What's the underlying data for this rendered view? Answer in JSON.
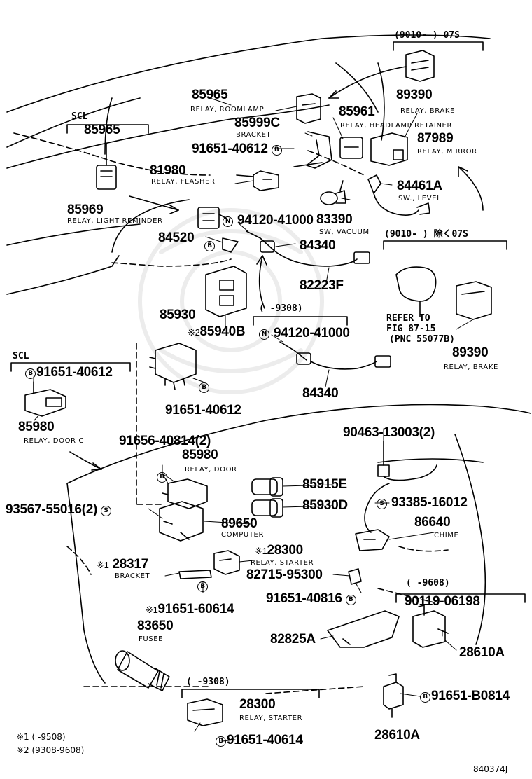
{
  "headers": {
    "top_right": "(9010-      ) 07S",
    "mid_right": "(9010-      ) 除く07S",
    "scl_upper": "SCL",
    "scl_lower": "SCL",
    "mid_9308": "(    -9308)",
    "lower_9608": "(    -9608)",
    "lower_9308": "(    -9308)"
  },
  "markers": {
    "bolt": "B",
    "nut": "N",
    "screw": "S",
    "note1_prefix": "※1",
    "note2_prefix": "※2"
  },
  "parts": {
    "p89390_top": {
      "number": "89390",
      "label": "RELAY, BRAKE"
    },
    "p85965_top": {
      "number": "85965",
      "label": "RELAY, ROOMLAMP"
    },
    "p85965_scl": {
      "number": "85965"
    },
    "p85961": {
      "number": "85961",
      "label": "RELAY, HEADLAMP RETAINER"
    },
    "p85999c": {
      "number": "85999C",
      "label": "BRACKET"
    },
    "p87989": {
      "number": "87989",
      "label": "RELAY, MIRROR"
    },
    "p91651_upper": {
      "number": "91651-40612"
    },
    "p81980": {
      "number": "81980",
      "label": "RELAY, FLASHER"
    },
    "p84461a": {
      "number": "84461A",
      "label": "SW., LEVEL"
    },
    "p85969": {
      "number": "85969",
      "label": "RELAY, LIGHT REMINDER"
    },
    "p94120_upper": {
      "number": "94120-41000"
    },
    "p83390": {
      "number": "83390",
      "label": "SW, VACUUM"
    },
    "p84520": {
      "number": "84520"
    },
    "p84340_upper": {
      "number": "84340"
    },
    "p82223f": {
      "number": "82223F"
    },
    "p85930": {
      "number": "85930"
    },
    "p85940b": {
      "number": "85940B"
    },
    "p94120_lower": {
      "number": "94120-41000"
    },
    "p89390_mid": {
      "number": "89390",
      "label": "RELAY, BRAKE"
    },
    "p91651_scl": {
      "number": "91651-40612"
    },
    "p91651_mid": {
      "number": "91651-40612"
    },
    "p84340_lower": {
      "number": "84340"
    },
    "p85980_c": {
      "number": "85980",
      "label": "RELAY, DOOR C"
    },
    "p90463": {
      "number": "90463-13003(2)"
    },
    "p91656": {
      "number": "91656-40814(2)"
    },
    "p85980_door": {
      "number": "85980",
      "label": "RELAY, DOOR"
    },
    "p85915e": {
      "number": "85915E"
    },
    "p85930d": {
      "number": "85930D"
    },
    "p93385": {
      "number": "93385-16012"
    },
    "p93567": {
      "number": "93567-55016(2)"
    },
    "p89650": {
      "number": "89650",
      "label": "COMPUTER"
    },
    "p86640": {
      "number": "86640",
      "label": "CHIME"
    },
    "p28300_upper": {
      "number": "28300",
      "label": "RELAY, STARTER"
    },
    "p28317": {
      "number": "28317",
      "label": "BRACKET"
    },
    "p82715": {
      "number": "82715-95300"
    },
    "p91651_40816": {
      "number": "91651-40816"
    },
    "p90119": {
      "number": "90119-06198"
    },
    "p91651_60614": {
      "number": "91651-60614"
    },
    "p83650": {
      "number": "83650",
      "label": "FUSEE"
    },
    "p82825a": {
      "number": "82825A"
    },
    "p28610a_upper": {
      "number": "28610A"
    },
    "p91651_b0814": {
      "number": "91651-B0814"
    },
    "p28300_lower": {
      "number": "28300",
      "label": "RELAY, STARTER"
    },
    "p28610a_lower": {
      "number": "28610A"
    },
    "p91651_40614": {
      "number": "91651-40614"
    }
  },
  "notes": {
    "refer_line1": "REFER TO",
    "refer_line2": "FIG 87-15",
    "refer_line3": "(PNC 55077B)",
    "footnote1": "※1 (      -9508)",
    "footnote2": "※2 (9308-9608)",
    "diagram_id": "840374J"
  }
}
